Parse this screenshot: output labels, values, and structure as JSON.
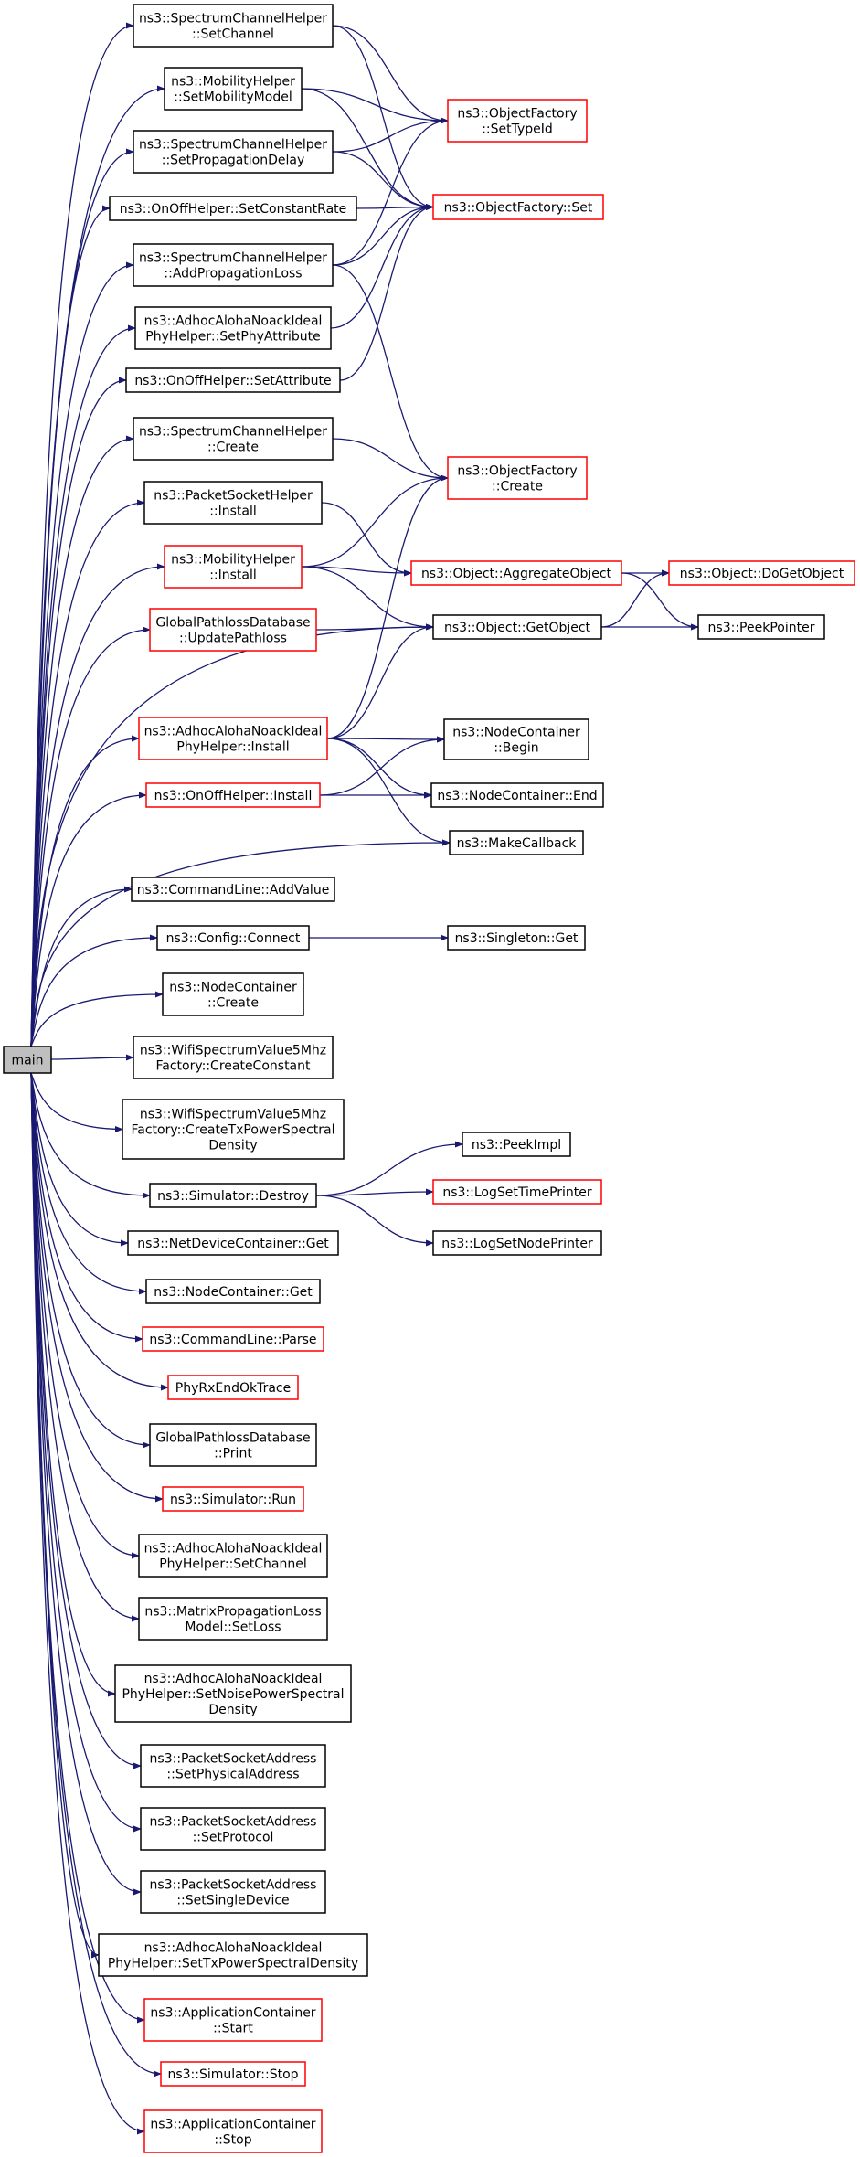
{
  "graph": {
    "colors": {
      "edge": "#191970",
      "box_normal": "#000000",
      "box_linked": "#ff0000",
      "root_fill": "#bfbfbf"
    },
    "nodes": {
      "main": {
        "lines": [
          "main"
        ],
        "style": "root"
      },
      "sch_setchannel": {
        "lines": [
          "ns3::SpectrumChannelHelper",
          "::SetChannel"
        ],
        "style": "black"
      },
      "mob_setmodel": {
        "lines": [
          "ns3::MobilityHelper",
          "::SetMobilityModel"
        ],
        "style": "black"
      },
      "sch_setpropdelay": {
        "lines": [
          "ns3::SpectrumChannelHelper",
          "::SetPropagationDelay"
        ],
        "style": "black"
      },
      "onoff_setrate": {
        "lines": [
          "ns3::OnOffHelper::SetConstantRate"
        ],
        "style": "black"
      },
      "sch_addproploss": {
        "lines": [
          "ns3::SpectrumChannelHelper",
          "::AddPropagationLoss"
        ],
        "style": "black"
      },
      "aloha_setphyattr": {
        "lines": [
          "ns3::AdhocAlohaNoackIdeal",
          "PhyHelper::SetPhyAttribute"
        ],
        "style": "black"
      },
      "onoff_setattr": {
        "lines": [
          "ns3::OnOffHelper::SetAttribute"
        ],
        "style": "black"
      },
      "sch_create": {
        "lines": [
          "ns3::SpectrumChannelHelper",
          "::Create"
        ],
        "style": "black"
      },
      "psh_install": {
        "lines": [
          "ns3::PacketSocketHelper",
          "::Install"
        ],
        "style": "black"
      },
      "mob_install": {
        "lines": [
          "ns3::MobilityHelper",
          "::Install"
        ],
        "style": "red"
      },
      "gpd_update": {
        "lines": [
          "GlobalPathlossDatabase",
          "::UpdatePathloss"
        ],
        "style": "red"
      },
      "aloha_install": {
        "lines": [
          "ns3::AdhocAlohaNoackIdeal",
          "PhyHelper::Install"
        ],
        "style": "red"
      },
      "onoff_install": {
        "lines": [
          "ns3::OnOffHelper::Install"
        ],
        "style": "red"
      },
      "cmd_addvalue": {
        "lines": [
          "ns3::CommandLine::AddValue"
        ],
        "style": "black"
      },
      "cfg_connect": {
        "lines": [
          "ns3::Config::Connect"
        ],
        "style": "black"
      },
      "nc_create": {
        "lines": [
          "ns3::NodeContainer",
          "::Create"
        ],
        "style": "black"
      },
      "wifi_const": {
        "lines": [
          "ns3::WifiSpectrumValue5Mhz",
          "Factory::CreateConstant"
        ],
        "style": "black"
      },
      "wifi_txpsd": {
        "lines": [
          "ns3::WifiSpectrumValue5Mhz",
          "Factory::CreateTxPowerSpectral",
          "Density"
        ],
        "style": "black"
      },
      "sim_destroy": {
        "lines": [
          "ns3::Simulator::Destroy"
        ],
        "style": "black"
      },
      "ndc_get": {
        "lines": [
          "ns3::NetDeviceContainer::Get"
        ],
        "style": "black"
      },
      "nc_get": {
        "lines": [
          "ns3::NodeContainer::Get"
        ],
        "style": "black"
      },
      "cmd_parse": {
        "lines": [
          "ns3::CommandLine::Parse"
        ],
        "style": "red"
      },
      "phyrx": {
        "lines": [
          "PhyRxEndOkTrace"
        ],
        "style": "red"
      },
      "gpd_print": {
        "lines": [
          "GlobalPathlossDatabase",
          "::Print"
        ],
        "style": "black"
      },
      "sim_run": {
        "lines": [
          "ns3::Simulator::Run"
        ],
        "style": "red"
      },
      "aloha_setchannel": {
        "lines": [
          "ns3::AdhocAlohaNoackIdeal",
          "PhyHelper::SetChannel"
        ],
        "style": "black"
      },
      "mpl_setloss": {
        "lines": [
          "ns3::MatrixPropagationLoss",
          "Model::SetLoss"
        ],
        "style": "black"
      },
      "aloha_setnoise": {
        "lines": [
          "ns3::AdhocAlohaNoackIdeal",
          "PhyHelper::SetNoisePowerSpectral",
          "Density"
        ],
        "style": "black"
      },
      "psa_setphys": {
        "lines": [
          "ns3::PacketSocketAddress",
          "::SetPhysicalAddress"
        ],
        "style": "black"
      },
      "psa_setproto": {
        "lines": [
          "ns3::PacketSocketAddress",
          "::SetProtocol"
        ],
        "style": "black"
      },
      "psa_setsingle": {
        "lines": [
          "ns3::PacketSocketAddress",
          "::SetSingleDevice"
        ],
        "style": "black"
      },
      "aloha_settxpsd": {
        "lines": [
          "ns3::AdhocAlohaNoackIdeal",
          "PhyHelper::SetTxPowerSpectralDensity"
        ],
        "style": "black"
      },
      "ac_start": {
        "lines": [
          "ns3::ApplicationContainer",
          "::Start"
        ],
        "style": "red"
      },
      "sim_stop": {
        "lines": [
          "ns3::Simulator::Stop"
        ],
        "style": "red"
      },
      "ac_stop": {
        "lines": [
          "ns3::ApplicationContainer",
          "::Stop"
        ],
        "style": "red"
      },
      "of_settypeid": {
        "lines": [
          "ns3::ObjectFactory",
          "::SetTypeId"
        ],
        "style": "red"
      },
      "of_set": {
        "lines": [
          "ns3::ObjectFactory::Set"
        ],
        "style": "red"
      },
      "of_create": {
        "lines": [
          "ns3::ObjectFactory",
          "::Create"
        ],
        "style": "red"
      },
      "obj_aggregate": {
        "lines": [
          "ns3::Object::AggregateObject"
        ],
        "style": "red"
      },
      "obj_getobject": {
        "lines": [
          "ns3::Object::GetObject"
        ],
        "style": "black"
      },
      "obj_dogetobject": {
        "lines": [
          "ns3::Object::DoGetObject"
        ],
        "style": "red"
      },
      "peekpointer": {
        "lines": [
          "ns3::PeekPointer"
        ],
        "style": "black"
      },
      "nc_begin": {
        "lines": [
          "ns3::NodeContainer",
          "::Begin"
        ],
        "style": "black"
      },
      "nc_end": {
        "lines": [
          "ns3::NodeContainer::End"
        ],
        "style": "black"
      },
      "makecallback": {
        "lines": [
          "ns3::MakeCallback"
        ],
        "style": "black"
      },
      "singleton_get": {
        "lines": [
          "ns3::Singleton::Get"
        ],
        "style": "black"
      },
      "peekimpl": {
        "lines": [
          "ns3::PeekImpl"
        ],
        "style": "black"
      },
      "logsettime": {
        "lines": [
          "ns3::LogSetTimePrinter"
        ],
        "style": "red"
      },
      "logsetnode": {
        "lines": [
          "ns3::LogSetNodePrinter"
        ],
        "style": "black"
      }
    },
    "edges": [
      [
        "main",
        "sch_setchannel"
      ],
      [
        "main",
        "mob_setmodel"
      ],
      [
        "main",
        "sch_setpropdelay"
      ],
      [
        "main",
        "onoff_setrate"
      ],
      [
        "main",
        "sch_addproploss"
      ],
      [
        "main",
        "aloha_setphyattr"
      ],
      [
        "main",
        "onoff_setattr"
      ],
      [
        "main",
        "sch_create"
      ],
      [
        "main",
        "psh_install"
      ],
      [
        "main",
        "mob_install"
      ],
      [
        "main",
        "gpd_update"
      ],
      [
        "main",
        "obj_getobject"
      ],
      [
        "main",
        "aloha_install"
      ],
      [
        "main",
        "onoff_install"
      ],
      [
        "main",
        "makecallback"
      ],
      [
        "main",
        "cmd_addvalue"
      ],
      [
        "main",
        "cfg_connect"
      ],
      [
        "main",
        "nc_create"
      ],
      [
        "main",
        "wifi_const"
      ],
      [
        "main",
        "wifi_txpsd"
      ],
      [
        "main",
        "sim_destroy"
      ],
      [
        "main",
        "ndc_get"
      ],
      [
        "main",
        "nc_get"
      ],
      [
        "main",
        "cmd_parse"
      ],
      [
        "main",
        "phyrx"
      ],
      [
        "main",
        "gpd_print"
      ],
      [
        "main",
        "sim_run"
      ],
      [
        "main",
        "aloha_setchannel"
      ],
      [
        "main",
        "mpl_setloss"
      ],
      [
        "main",
        "aloha_setnoise"
      ],
      [
        "main",
        "psa_setphys"
      ],
      [
        "main",
        "psa_setproto"
      ],
      [
        "main",
        "psa_setsingle"
      ],
      [
        "main",
        "aloha_settxpsd"
      ],
      [
        "main",
        "ac_start"
      ],
      [
        "main",
        "sim_stop"
      ],
      [
        "main",
        "ac_stop"
      ],
      [
        "sch_setchannel",
        "of_settypeid"
      ],
      [
        "sch_setchannel",
        "of_set"
      ],
      [
        "mob_setmodel",
        "of_settypeid"
      ],
      [
        "mob_setmodel",
        "of_set"
      ],
      [
        "sch_setpropdelay",
        "of_settypeid"
      ],
      [
        "sch_setpropdelay",
        "of_set"
      ],
      [
        "onoff_setrate",
        "of_set"
      ],
      [
        "sch_addproploss",
        "of_settypeid"
      ],
      [
        "sch_addproploss",
        "of_set"
      ],
      [
        "sch_addproploss",
        "of_create"
      ],
      [
        "aloha_setphyattr",
        "of_set"
      ],
      [
        "onoff_setattr",
        "of_set"
      ],
      [
        "sch_create",
        "of_create"
      ],
      [
        "psh_install",
        "obj_aggregate"
      ],
      [
        "mob_install",
        "of_create"
      ],
      [
        "mob_install",
        "obj_aggregate"
      ],
      [
        "mob_install",
        "obj_getobject"
      ],
      [
        "gpd_update",
        "obj_getobject"
      ],
      [
        "aloha_install",
        "of_create"
      ],
      [
        "aloha_install",
        "obj_getobject"
      ],
      [
        "aloha_install",
        "nc_begin"
      ],
      [
        "aloha_install",
        "nc_end"
      ],
      [
        "aloha_install",
        "makecallback"
      ],
      [
        "onoff_install",
        "nc_begin"
      ],
      [
        "onoff_install",
        "nc_end"
      ],
      [
        "obj_aggregate",
        "obj_dogetobject"
      ],
      [
        "obj_aggregate",
        "peekpointer"
      ],
      [
        "obj_getobject",
        "obj_dogetobject"
      ],
      [
        "obj_getobject",
        "peekpointer"
      ],
      [
        "cfg_connect",
        "singleton_get"
      ],
      [
        "sim_destroy",
        "peekimpl"
      ],
      [
        "sim_destroy",
        "logsettime"
      ],
      [
        "sim_destroy",
        "logsetnode"
      ]
    ]
  }
}
